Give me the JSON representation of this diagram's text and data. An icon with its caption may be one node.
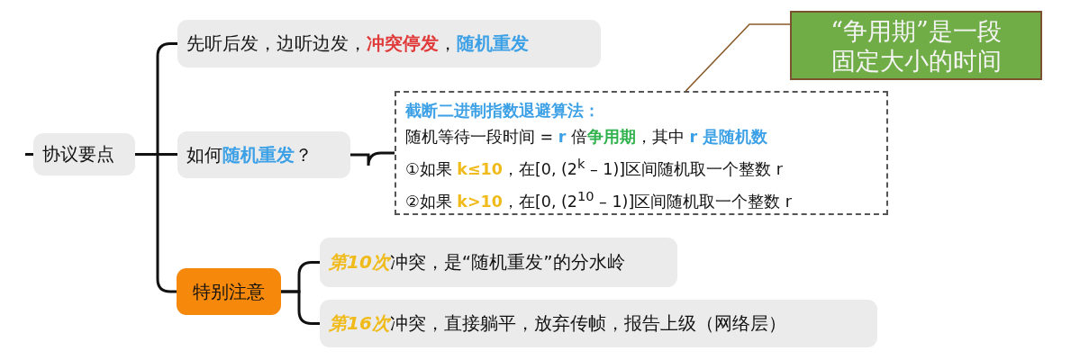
{
  "diagram": {
    "nodes": [
      {
        "text": [
          "协议要点"
        ]
      },
      {
        "text": [
          "先听后发，边听边发，**冲突停发**，**随机重发**"
        ]
      },
      {
        "text": [
          "如何**随机重发**？"
        ]
      },
      {
        "text": [
          "截断二进制指数退避算法：",
          "随机等待一段时间 = **r** 倍**争用期**，其中 **r 是随机数**",
          "①如果 **k≤10**，在[0, (2$^{k}$ – 1)]区间随机取一个整数 r",
          "②如果 **k>10**，在[0, (2$^{10}$ – 1)]区间随机取一个整数 r"
        ]
      },
      {
        "text": [
          "特别注意"
        ]
      },
      {
        "text": [
          "**第10次**冲突，是“随机重发”的分水岭"
        ]
      },
      {
        "text": [
          "**第16次**冲突，直接躺平，放弃传帧，报告上级（网络层）"
        ]
      },
      {
        "text": [
          "“争用期”是一段固定大小的时间"
        ]
      }
    ],
    "edges": [
      {
        "from": null,
        "to": 0,
        "arrow": "none"
      },
      {
        "from": 0,
        "to": 1,
        "arrow": "none"
      },
      {
        "from": 0,
        "to": 2,
        "arrow": "none"
      },
      {
        "from": 0,
        "to": 4,
        "arrow": "none"
      },
      {
        "from": 2,
        "to": 3,
        "arrow": "none"
      },
      {
        "from": 4,
        "to": 5,
        "arrow": "none"
      },
      {
        "from": 4,
        "to": 6,
        "arrow": "none"
      },
      {
        "from": 7,
        "to": 3,
        "arrow": "none",
        "color": "#8b5a2b"
      }
    ]
  }
}
